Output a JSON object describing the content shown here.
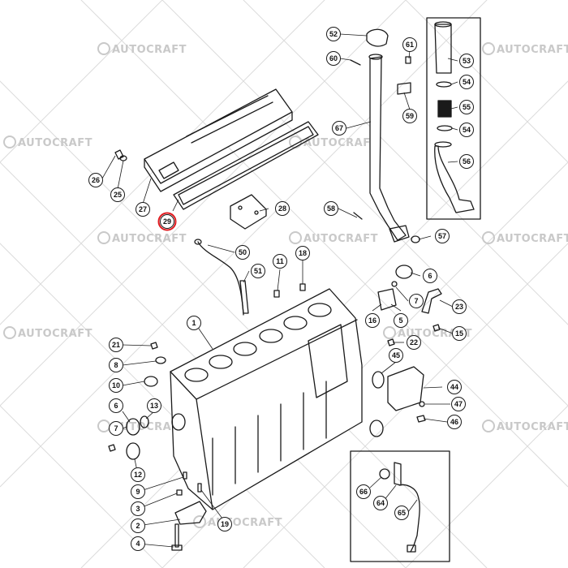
{
  "watermark": {
    "text": "AUTOCRAFT"
  },
  "highlight_color": "#e0191e",
  "ink_color": "#1a1a1a",
  "callouts": [
    "52",
    "61",
    "53",
    "60",
    "54",
    "55",
    "59",
    "67",
    "54",
    "56",
    "26",
    "25",
    "27",
    "29",
    "28",
    "58",
    "57",
    "50",
    "51",
    "11",
    "18",
    "1",
    "6",
    "7",
    "16",
    "5",
    "23",
    "15",
    "21",
    "8",
    "10",
    "22",
    "45",
    "44",
    "47",
    "46",
    "6",
    "7",
    "13",
    "12",
    "9",
    "3",
    "2",
    "4",
    "19",
    "66",
    "64",
    "65"
  ],
  "highlighted_callout": "29"
}
